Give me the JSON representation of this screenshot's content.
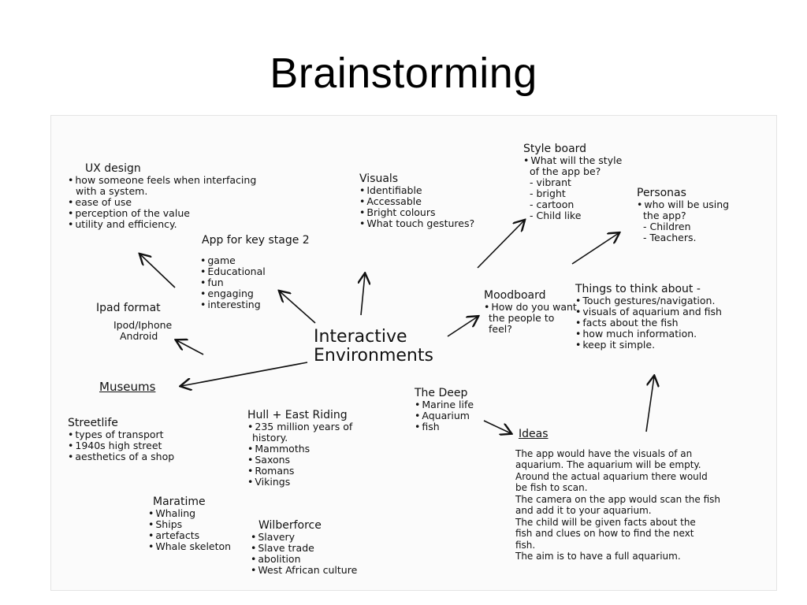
{
  "slide": {
    "title": "Brainstorming"
  },
  "center": {
    "line1": "Interactive",
    "line2": "Environments"
  },
  "ux_design": {
    "title": "UX design",
    "items": [
      "how someone feels when interfacing",
      "with a system.",
      "ease of use",
      "perception of the value",
      "utility and efficiency."
    ]
  },
  "visuals": {
    "title": "Visuals",
    "items": [
      "Identifiable",
      "Accessable",
      "Bright colours",
      "What touch gestures?"
    ]
  },
  "style_board": {
    "title": "Style board",
    "items": [
      "What will the style",
      "of the app be?",
      "- vibrant",
      "- bright",
      "- cartoon",
      "- Child like"
    ]
  },
  "personas": {
    "title": "Personas",
    "items": [
      "who will be using",
      "the app?",
      "- Children",
      "- Teachers."
    ]
  },
  "app_key_stage": {
    "title": "App for key stage 2",
    "items": [
      "game",
      "Educational",
      "fun",
      "engaging",
      "interesting"
    ]
  },
  "ipad_format": {
    "title": "Ipad format",
    "items": [
      "Ipod/Iphone",
      "Android"
    ]
  },
  "moodboard": {
    "title": "Moodboard",
    "items": [
      "How do you want",
      "the people to",
      "feel?"
    ]
  },
  "things": {
    "title": "Things to think about -",
    "items": [
      "Touch gestures/navigation.",
      "visuals of aquarium and fish",
      "facts about the fish",
      "how much information.",
      "keep it simple."
    ]
  },
  "museums": {
    "title": "Museums"
  },
  "streetlife": {
    "title": "Streetlife",
    "items": [
      "types of transport",
      "1940s high street",
      "aesthetics of a shop"
    ]
  },
  "hull": {
    "title": "Hull + East Riding",
    "items": [
      "235 million years of",
      "history.",
      "Mammoths",
      "Saxons",
      "Romans",
      "Vikings"
    ]
  },
  "deep": {
    "title": "The Deep",
    "items": [
      "Marine life",
      "Aquarium",
      "fish"
    ]
  },
  "maratime": {
    "title": "Maratime",
    "items": [
      "Whaling",
      "Ships",
      "artefacts",
      "Whale skeleton"
    ]
  },
  "wilberforce": {
    "title": "Wilberforce",
    "items": [
      "Slavery",
      "Slave trade",
      "abolition",
      "West African culture"
    ]
  },
  "ideas": {
    "title": "Ideas",
    "lines": [
      "The app would have the visuals of an",
      "aquarium. The aquarium will be empty.",
      "Around the actual aquarium there would",
      "be fish to scan.",
      "The camera on the app would scan the fish",
      "and add it to your aquarium.",
      "The child will be given facts about the",
      "fish and clues on how to find the next",
      "fish.",
      "The aim is to have a full aquarium."
    ]
  }
}
